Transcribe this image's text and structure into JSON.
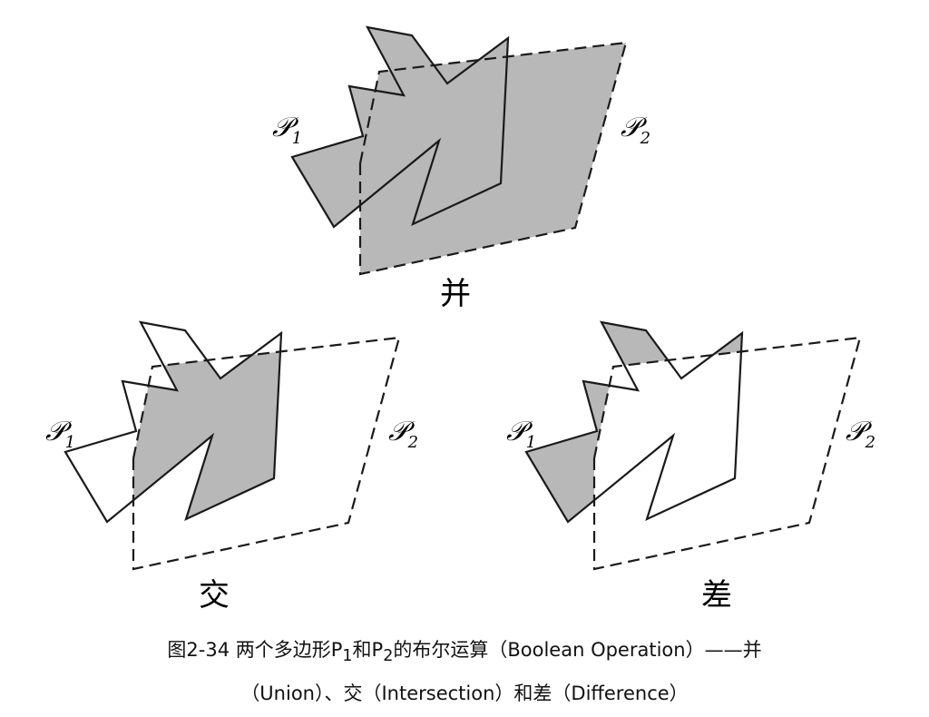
{
  "colors": {
    "fill": "#b8b8b8",
    "stroke": "#1a1a1a",
    "background": "#ffffff"
  },
  "labels": {
    "p1": "𝒫",
    "p1_sub": "1",
    "p2": "𝒫",
    "p2_sub": "2",
    "union": "并",
    "intersection": "交",
    "difference": "差"
  },
  "caption": {
    "line1_prefix": "图2-34 两个多边形P",
    "sub1": "1",
    "and": "和P",
    "sub2": "2",
    "line1_suffix": "的布尔运算（Boolean Operation）——并",
    "line2": "（Union）、交（Intersection）和差（Difference）"
  }
}
